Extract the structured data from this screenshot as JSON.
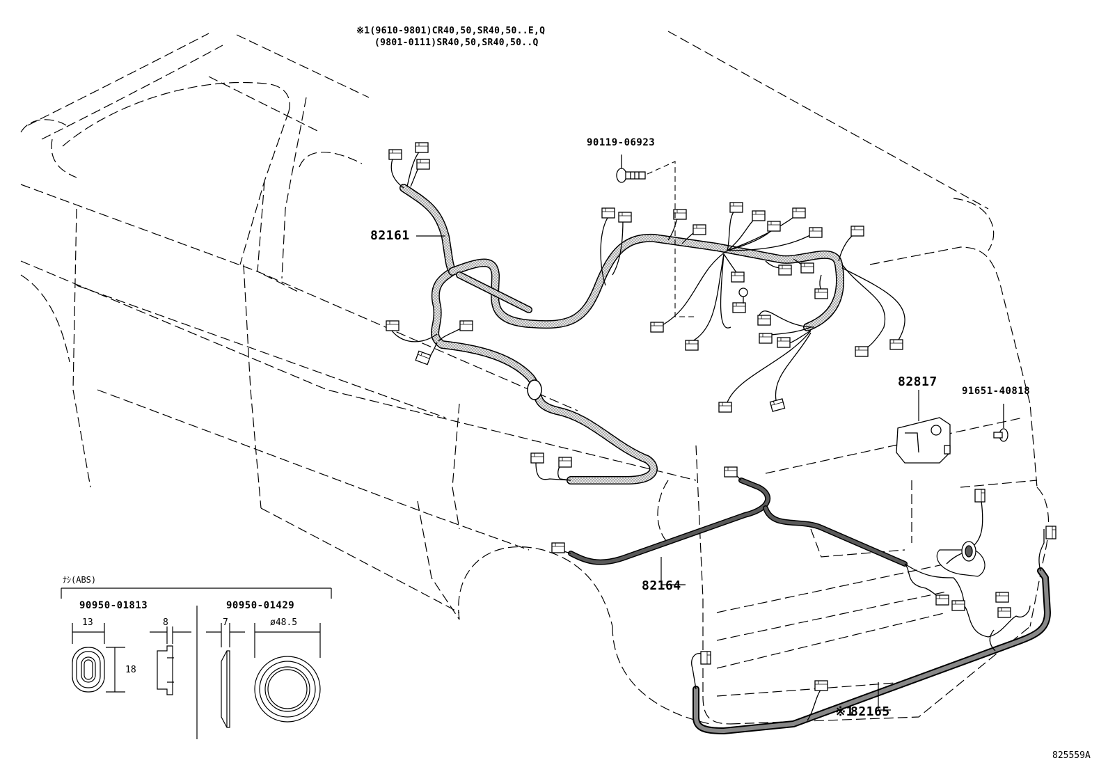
{
  "header_note": {
    "line1": "※1(9610-9801)CR40,50,SR40,50..E,Q",
    "line2": "(9801-0111)SR40,50,SR40,50..Q"
  },
  "parts": {
    "harness_upper": "82161",
    "bolt": "90119-06923",
    "bracket": "82817",
    "nut": "91651-40818",
    "harness_floor": "82164",
    "harness_rear_prefix": "※1",
    "harness_rear": "82165"
  },
  "inset": {
    "heading": "ﾅｼ(ABS)",
    "grommet_a": {
      "part_no": "90950-01813",
      "width": "13",
      "thickness": "8",
      "height": "18"
    },
    "grommet_b": {
      "part_no": "90950-01429",
      "thickness": "7",
      "diameter": "ø48.5"
    }
  },
  "illustration_id": "825559A",
  "colors": {
    "line": "#000000",
    "harness_fill": "#d8d8d8",
    "floor_harness_fill": "#5a5a5a",
    "background": "#ffffff"
  }
}
